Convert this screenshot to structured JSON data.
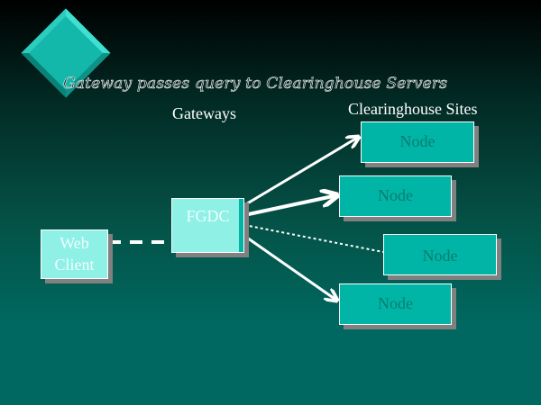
{
  "slide": {
    "title": "Gateway passes query to Clearinghouse Servers",
    "headers": {
      "gateways": "Gateways",
      "sites": "Clearinghouse Sites"
    }
  },
  "nodes": {
    "web_client": {
      "line1": "Web",
      "line2": "Client"
    },
    "gateway": {
      "label": "FGDC"
    },
    "sites": [
      {
        "label": "Node"
      },
      {
        "label": "Node"
      },
      {
        "label": "Node"
      },
      {
        "label": "Node"
      }
    ]
  },
  "connections": [
    {
      "from": "Web Client",
      "to": "FGDC",
      "style": "dashed"
    },
    {
      "from": "FGDC",
      "to": "Node 1",
      "style": "solid-arrow"
    },
    {
      "from": "FGDC",
      "to": "Node 2",
      "style": "solid-arrow"
    },
    {
      "from": "FGDC",
      "to": "Node 3",
      "style": "dotted"
    },
    {
      "from": "FGDC",
      "to": "Node 4",
      "style": "solid-arrow"
    }
  ],
  "colors": {
    "node_fill": "#00b5a5",
    "node_text": "#0a7d73",
    "client_fill": "#8ff0e6",
    "shadow": "#808080",
    "edge": "#ffffff"
  }
}
